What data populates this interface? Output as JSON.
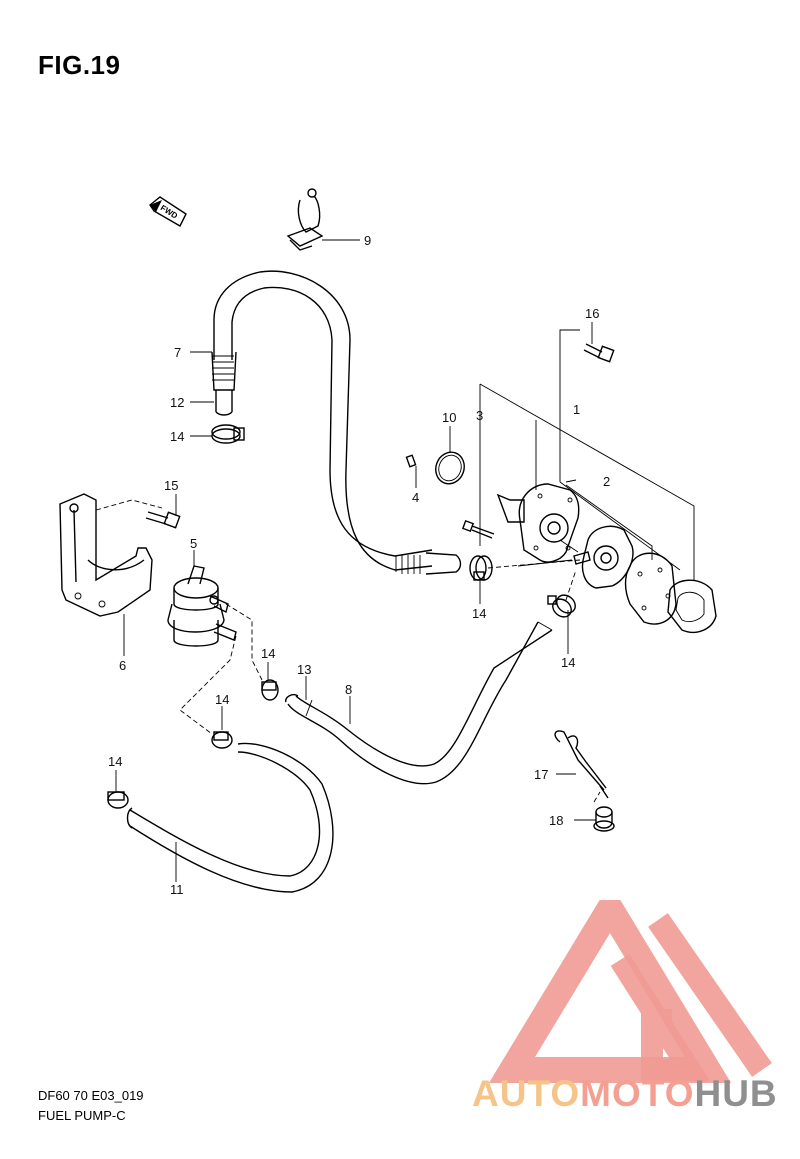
{
  "figure": {
    "title": "FIG.19",
    "code": "DF60 70 E03_019",
    "name": "FUEL PUMP-C",
    "direction_badge": "FWD"
  },
  "callouts": [
    "1",
    "2",
    "3",
    "4",
    "5",
    "6",
    "7",
    "8",
    "9",
    "10",
    "11",
    "12",
    "13",
    "14",
    "15",
    "16",
    "17",
    "18"
  ],
  "watermark": {
    "part1": "AUTO",
    "part2": "MOTO",
    "part3": "HUB",
    "colors": {
      "auto": "#f6c489",
      "moto": "#f3a093",
      "hub": "#8f8f8f",
      "logo": "#f19a93"
    }
  }
}
